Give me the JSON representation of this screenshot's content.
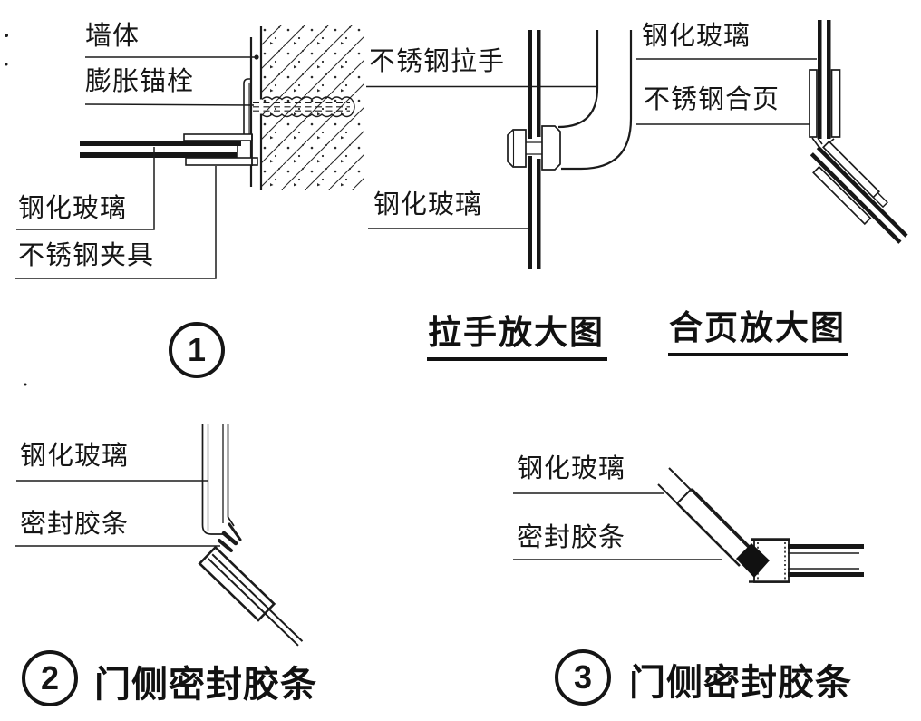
{
  "page": {
    "background_color": "#ffffff",
    "ink_color": "#1b1b1b"
  },
  "detail1": {
    "number": "1",
    "labels": {
      "wall": "墙体",
      "anchor_bolt": "膨胀锚栓",
      "tempered_glass": "钢化玻璃",
      "clamp": "不锈钢夹具"
    }
  },
  "handle_view": {
    "title": "拉手放大图",
    "labels": {
      "handle": "不锈钢拉手",
      "tempered_glass": "钢化玻璃"
    }
  },
  "hinge_view": {
    "title": "合页放大图",
    "labels": {
      "tempered_glass": "钢化玻璃",
      "hinge": "不锈钢合页"
    }
  },
  "detail2": {
    "number": "2",
    "caption": "门侧密封胶条",
    "labels": {
      "tempered_glass": "钢化玻璃",
      "seal_strip": "密封胶条"
    }
  },
  "detail3": {
    "number": "3",
    "caption": "门侧密封胶条",
    "labels": {
      "tempered_glass": "钢化玻璃",
      "seal_strip": "密封胶条"
    }
  }
}
